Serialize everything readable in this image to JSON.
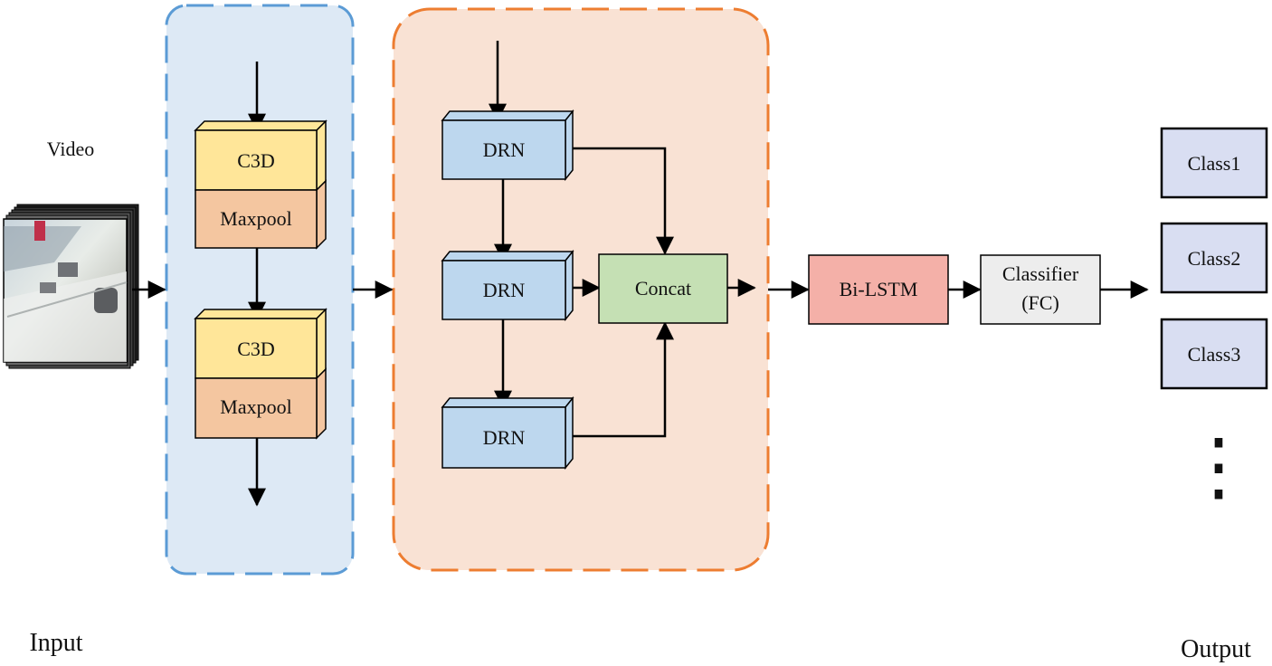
{
  "input": {
    "video_label": "Video",
    "section_label": "Input"
  },
  "c3d_block": {
    "stage1": {
      "top": "C3D",
      "bottom": "Maxpool"
    },
    "stage2": {
      "top": "C3D",
      "bottom": "Maxpool"
    }
  },
  "drn_block": {
    "drn1": "DRN",
    "drn2": "DRN",
    "drn3": "DRN",
    "concat": "Concat"
  },
  "bilstm": "Bi-LSTM",
  "classifier": {
    "line1": "Classifier",
    "line2": "(FC)"
  },
  "output": {
    "classes": [
      "Class1",
      "Class2",
      "Class3"
    ],
    "ellipsis": "⋮",
    "section_label": "Output"
  },
  "colors": {
    "c3d_region_fill": "#dde9f5",
    "c3d_region_border": "#5b9bd5",
    "drn_region_fill": "#f9e2d4",
    "drn_region_border": "#ed7d31",
    "c3d": "#ffe699",
    "maxpool": "#f4c6a0",
    "drn": "#bdd7ee",
    "concat": "#c5e0b4",
    "bilstm": "#f4b0a8",
    "classifier": "#ededed",
    "class_box": "#d9def2"
  }
}
